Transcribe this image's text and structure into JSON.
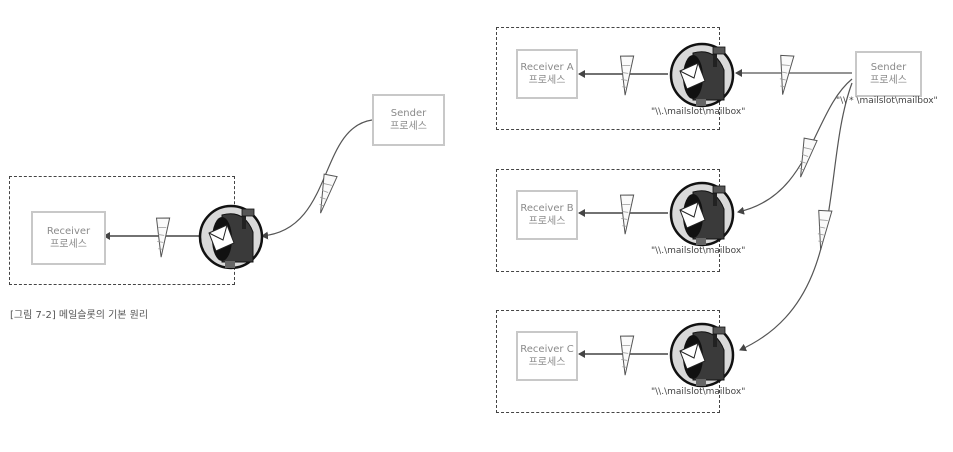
{
  "figure_caption": "[그림 7-2] 메일슬롯의 기본 원리",
  "left": {
    "receiver": {
      "name": "Receiver",
      "sub": "프로세스"
    },
    "sender": {
      "name": "Sender",
      "sub": "프로세스"
    }
  },
  "right": {
    "receivers": [
      {
        "name": "Receiver A",
        "sub": "프로세스",
        "path": "\"\\\\.\\mailslot\\mailbox\""
      },
      {
        "name": "Receiver B",
        "sub": "프로세스",
        "path": "\"\\\\.\\mailslot\\mailbox\""
      },
      {
        "name": "Receiver C",
        "sub": "프로세스",
        "path": "\"\\\\.\\mailslot\\mailbox\""
      }
    ],
    "sender": {
      "name": "Sender",
      "sub": "프로세스",
      "path": "\"\\\\ * \\mailslot\\mailbox\""
    }
  }
}
